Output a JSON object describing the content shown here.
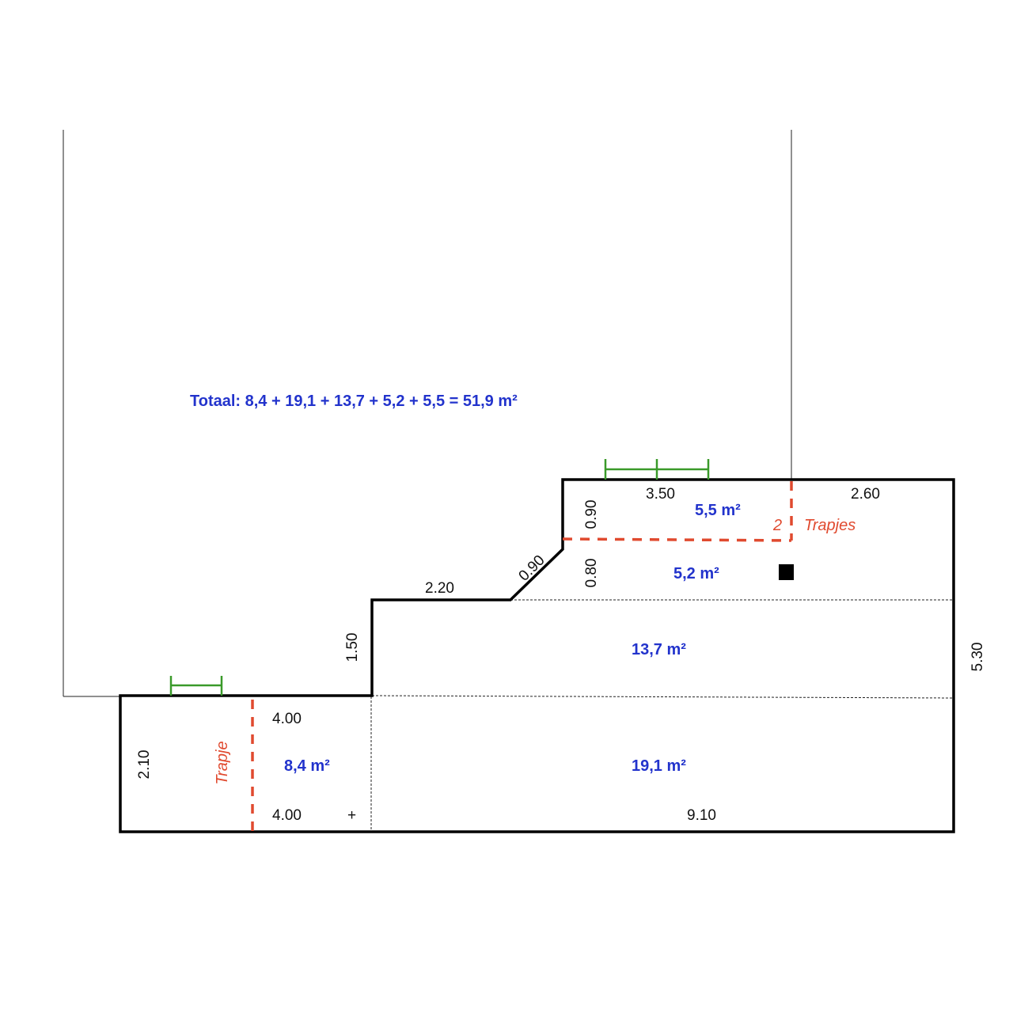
{
  "total": {
    "label": "Totaal: 8,4 + 19,1 + 13,7 + 5,2 + 5,5 = 51,9 m²"
  },
  "areas": {
    "a1": "8,4 m²",
    "a2": "19,1 m²",
    "a3": "13,7 m²",
    "a4": "5,2 m²",
    "a5": "5,5 m²"
  },
  "dimensions": {
    "d_350": "3.50",
    "d_260": "2.60",
    "d_090_top": "0.90",
    "d_080": "0.80",
    "d_090_diag": "0.90",
    "d_220": "2.20",
    "d_150": "1.50",
    "d_530": "5.30",
    "d_210": "2.10",
    "d_400_top": "4.00",
    "d_400_bottom": "4.00",
    "plus": "+",
    "d_910": "9.10"
  },
  "notes": {
    "trapje": "Trapje",
    "trapjes_count": "2",
    "trapjes": "Trapjes"
  },
  "colors": {
    "outline": "#000000",
    "area_text": "#2233cc",
    "stair_line": "#e04a2f",
    "marker": "#3a9a2a"
  }
}
